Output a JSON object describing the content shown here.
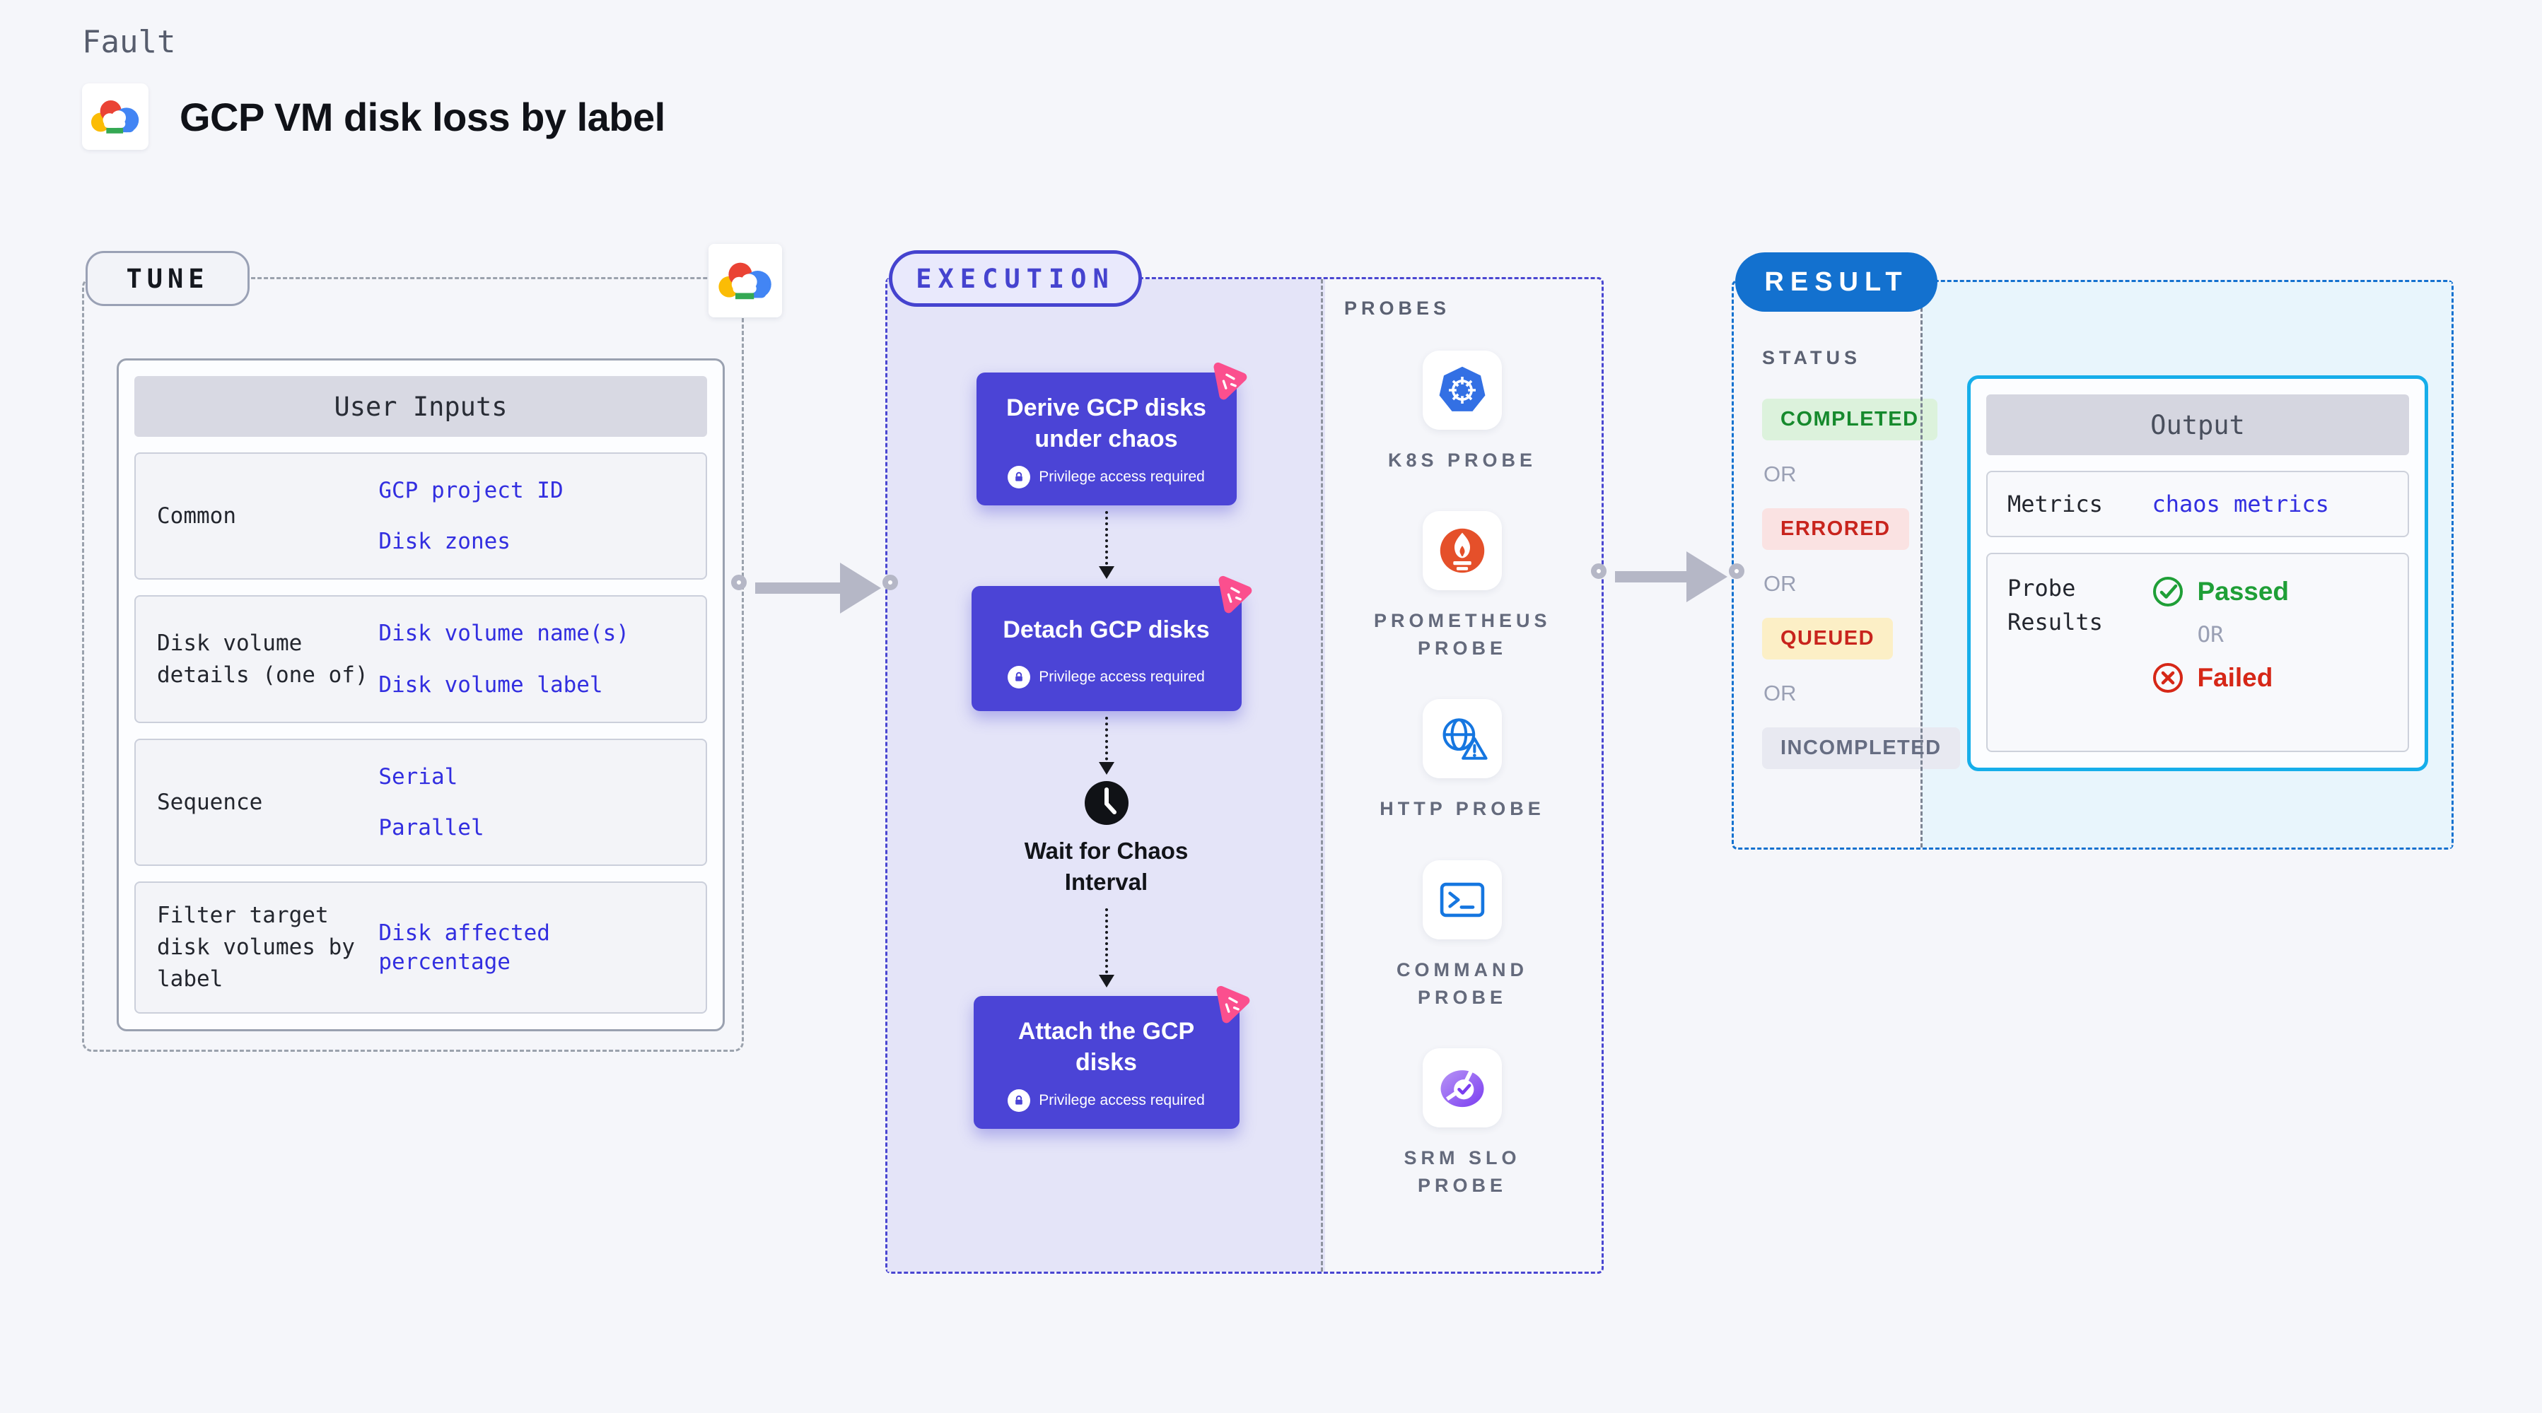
{
  "header": {
    "kicker": "Fault",
    "title": "GCP VM disk loss by label",
    "logo": "gcp-cloud-logo"
  },
  "tune": {
    "badge": "TUNE",
    "table": {
      "header": "User Inputs",
      "rows": [
        {
          "label": "Common",
          "values": [
            "GCP project ID",
            "Disk zones"
          ]
        },
        {
          "label": "Disk volume details (one of)",
          "values": [
            "Disk volume name(s)",
            "Disk volume label"
          ]
        },
        {
          "label": "Sequence",
          "values": [
            "Serial",
            "Parallel"
          ]
        },
        {
          "label": "Filter target disk volumes by label",
          "values": [
            "Disk affected percentage"
          ]
        }
      ]
    }
  },
  "execution": {
    "badge": "EXECUTION",
    "steps": [
      {
        "title": "Derive GCP disks under chaos",
        "note": "Privilege access required"
      },
      {
        "title": "Detach GCP disks",
        "note": "Privilege access required"
      },
      {
        "title": "Attach the GCP disks",
        "note": "Privilege access required"
      }
    ],
    "wait_label": "Wait for Chaos Interval"
  },
  "probes": {
    "heading": "PROBES",
    "items": [
      {
        "name": "K8S PROBE",
        "icon": "kubernetes-icon"
      },
      {
        "name": "PROMETHEUS PROBE",
        "icon": "prometheus-icon"
      },
      {
        "name": "HTTP PROBE",
        "icon": "http-globe-icon"
      },
      {
        "name": "COMMAND PROBE",
        "icon": "terminal-icon"
      },
      {
        "name": "SRM SLO PROBE",
        "icon": "slo-gauge-icon"
      }
    ]
  },
  "result": {
    "badge": "RESULT",
    "status_heading": "STATUS",
    "or_label": "OR",
    "statuses": [
      {
        "label": "COMPLETED",
        "state": "completed"
      },
      {
        "label": "ERRORED",
        "state": "errored"
      },
      {
        "label": "QUEUED",
        "state": "queued"
      },
      {
        "label": "INCOMPLETED",
        "state": "incompleted"
      }
    ],
    "output": {
      "header": "Output",
      "metrics_label": "Metrics",
      "metrics_value": "chaos metrics",
      "probe_results_label": "Probe Results",
      "passed_label": "Passed",
      "failed_label": "Failed",
      "or_label": "OR"
    }
  },
  "colors": {
    "accent_indigo": "#4b44d6",
    "accent_blue": "#1371cf",
    "accent_cyan": "#16aeea",
    "value_blue": "#322ee0",
    "passed_green": "#1f9f37",
    "failed_red": "#d62717",
    "chaos_pink": "#fb4f8e"
  }
}
